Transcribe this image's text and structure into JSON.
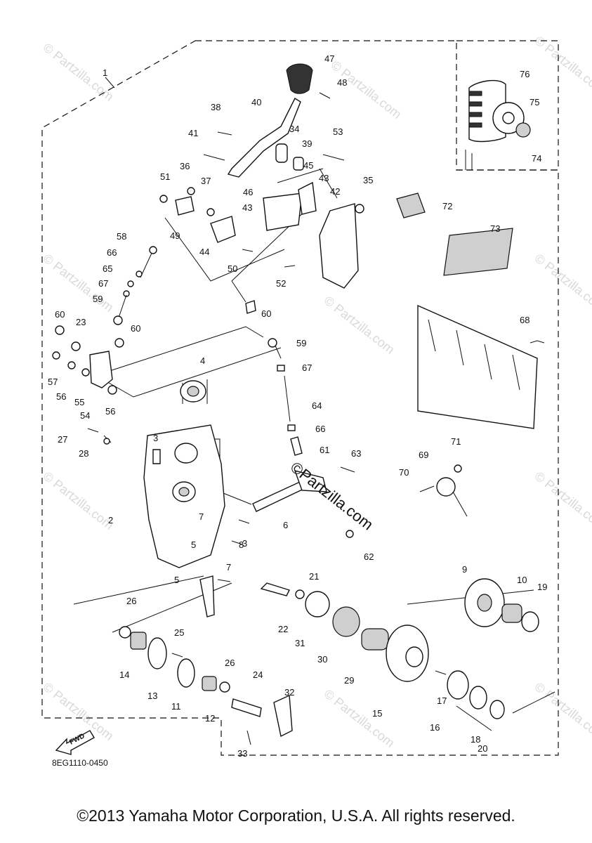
{
  "diagram_code": "8EG1110-0450",
  "fwd_label": "FWD",
  "watermark_text": "© Partzilla.com",
  "center_watermark": "©Partzilla.com",
  "copyright": "©2013 Yamaha Motor Corporation, U.S.A. All rights reserved.",
  "callouts": [
    "1",
    "2",
    "3",
    "3",
    "4",
    "5",
    "5",
    "6",
    "7",
    "7",
    "8",
    "9",
    "10",
    "11",
    "12",
    "13",
    "14",
    "15",
    "16",
    "17",
    "18",
    "19",
    "20",
    "21",
    "22",
    "23",
    "24",
    "25",
    "26",
    "26",
    "27",
    "28",
    "29",
    "30",
    "31",
    "32",
    "33",
    "34",
    "35",
    "36",
    "37",
    "38",
    "39",
    "40",
    "41",
    "42",
    "43",
    "43",
    "44",
    "45",
    "46",
    "47",
    "48",
    "49",
    "50",
    "51",
    "52",
    "53",
    "54",
    "55",
    "56",
    "56",
    "57",
    "58",
    "59",
    "59",
    "60",
    "60",
    "60",
    "61",
    "62",
    "63",
    "64",
    "65",
    "66",
    "66",
    "67",
    "67",
    "68",
    "69",
    "70",
    "71",
    "72",
    "73",
    "74",
    "75",
    "76"
  ]
}
